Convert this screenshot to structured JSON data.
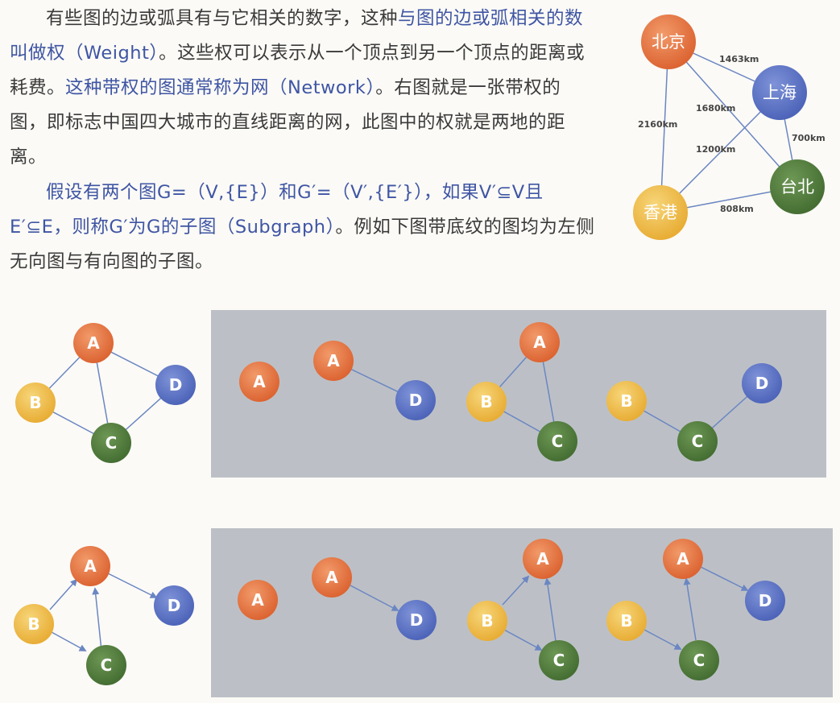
{
  "text": {
    "p1": {
      "a": "有些图的边或弧具有与它相关的数字，这种",
      "b": "与图的边或弧相关的数叫做权（Weight）",
      "c": "。这些权可以表示从一个顶点到另一个顶点的距离或耗费。",
      "d": "这种带权的图通常称为网（Network）",
      "e": "。右图就是一张带权的图，即标志中国四大城市的直线距离的网，此图中的权就是两地的距离。"
    },
    "p2": {
      "a": "假设有两个图G=（V,{E}）和G′=（V′,{E′}），如果V′⊆V且E′⊆E，则称G′为G的子图",
      "b": "（Subgraph）",
      "c": "。例如下图带底纹的图均为左侧无向图与有向图的子图。"
    }
  },
  "network": {
    "cities": {
      "beijing": "北京",
      "shanghai": "上海",
      "taibei": "台北",
      "hongkong": "香港"
    },
    "weights": {
      "bj_sh": "1463km",
      "bj_hk": "2160km",
      "bj_tb": "1680km",
      "sh_tb": "700km",
      "sh_hk": "1200km",
      "hk_tb": "808km"
    }
  },
  "nodes": {
    "a": "A",
    "b": "B",
    "c": "C",
    "d": "D"
  },
  "colors": {
    "node_a": "#e4703d",
    "node_b": "#eebb45",
    "node_c": "#4f7a3a",
    "node_d": "#5a70c4",
    "edge": "#6b86c2",
    "panel": "#bcc0c6",
    "highlight_text": "#3f55a4"
  }
}
